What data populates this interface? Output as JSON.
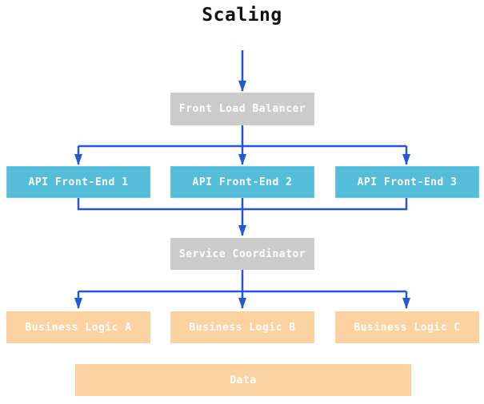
{
  "title": "Scaling",
  "colors": {
    "arrow": "#2257d8",
    "node_gray": "#cbcbcb",
    "node_blue": "#54bdda",
    "node_blue_border": "#6ec9e2",
    "node_orange": "#fcd2a1",
    "node_text": "#ffffff",
    "title_text": "#111111"
  },
  "nodes": {
    "front_load_balancer": {
      "label": "Front Load Balancer",
      "type": "gray"
    },
    "api_front_end_1": {
      "label": "API Front-End 1",
      "type": "blue"
    },
    "api_front_end_2": {
      "label": "API Front-End 2",
      "type": "blue"
    },
    "api_front_end_3": {
      "label": "API Front-End 3",
      "type": "blue"
    },
    "service_coordinator": {
      "label": "Service Coordinator",
      "type": "gray"
    },
    "business_logic_a": {
      "label": "Business Logic A",
      "type": "orange"
    },
    "business_logic_b": {
      "label": "Business Logic B",
      "type": "orange"
    },
    "business_logic_c": {
      "label": "Business Logic C",
      "type": "orange"
    },
    "data": {
      "label": "Data",
      "type": "orange"
    }
  },
  "edges": [
    {
      "from": "start",
      "to": "front_load_balancer"
    },
    {
      "from": "front_load_balancer",
      "to": "api_front_end_1"
    },
    {
      "from": "front_load_balancer",
      "to": "api_front_end_2"
    },
    {
      "from": "front_load_balancer",
      "to": "api_front_end_3"
    },
    {
      "from": "api_front_end_1",
      "to": "service_coordinator"
    },
    {
      "from": "api_front_end_2",
      "to": "service_coordinator"
    },
    {
      "from": "api_front_end_3",
      "to": "service_coordinator"
    },
    {
      "from": "service_coordinator",
      "to": "business_logic_a"
    },
    {
      "from": "service_coordinator",
      "to": "business_logic_b"
    },
    {
      "from": "service_coordinator",
      "to": "business_logic_c"
    }
  ]
}
